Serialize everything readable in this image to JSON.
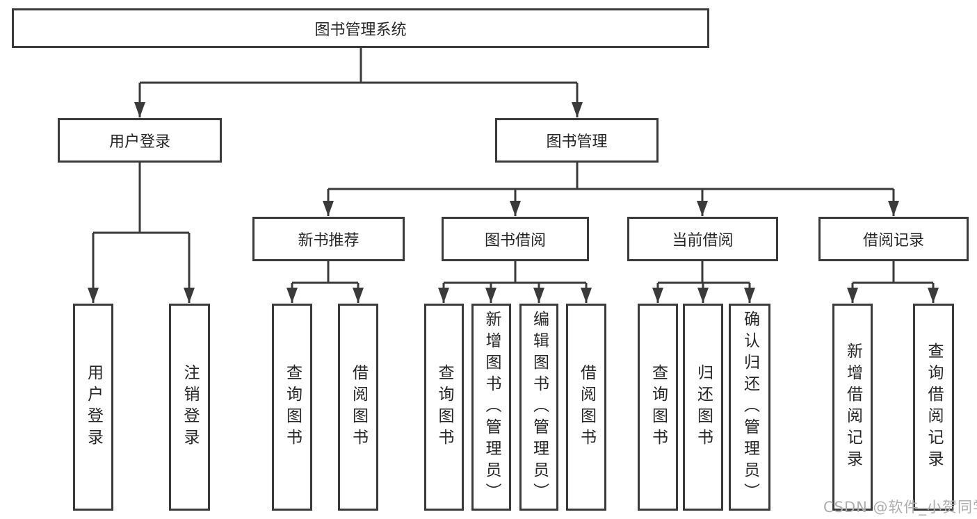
{
  "diagram": {
    "root": {
      "label": "图书管理系统"
    },
    "level2": [
      {
        "label": "用户登录"
      },
      {
        "label": "图书管理"
      }
    ],
    "level3": [
      {
        "label": "新书推荐"
      },
      {
        "label": "图书借阅"
      },
      {
        "label": "当前借阅"
      },
      {
        "label": "借阅记录"
      }
    ],
    "leaves": [
      {
        "label": "用户登录"
      },
      {
        "label": "注销登录"
      },
      {
        "label": "查询图书"
      },
      {
        "label": "借阅图书"
      },
      {
        "label": "查询图书"
      },
      {
        "label": "新增图书（管理员）"
      },
      {
        "label": "编辑图书（管理员）"
      },
      {
        "label": "借阅图书"
      },
      {
        "label": "查询图书"
      },
      {
        "label": "归还图书"
      },
      {
        "label": "确认归还（管理员）"
      },
      {
        "label": "新增借阅记录"
      },
      {
        "label": "查询借阅记录"
      }
    ]
  },
  "watermark": "CSDN @软件_小贺同学",
  "colors": {
    "line": "#3a3a3a",
    "text": "#262626",
    "background": "#ffffff",
    "watermark": "#aeaeae"
  }
}
